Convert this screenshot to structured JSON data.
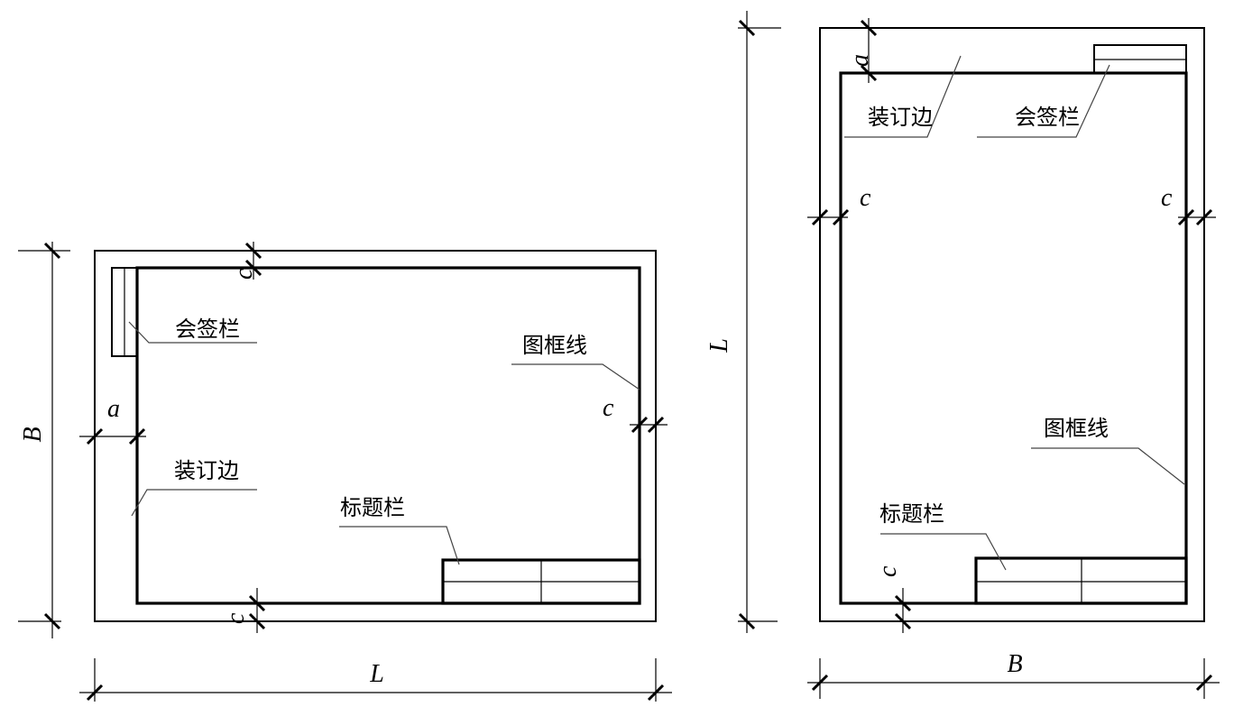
{
  "left_drawing": {
    "label_signature": "会签栏",
    "label_binding": "装订边",
    "label_frame": "图框线",
    "label_title_block": "标题栏",
    "dim_height": "B",
    "dim_width": "L",
    "dim_binding": "a",
    "dim_margin_top": "c",
    "dim_margin_bottom": "c",
    "dim_margin_right": "c"
  },
  "right_drawing": {
    "label_signature": "会签栏",
    "label_binding": "装订边",
    "label_frame": "图框线",
    "label_title_block": "标题栏",
    "dim_height": "L",
    "dim_width": "B",
    "dim_binding": "a",
    "dim_margin_left": "c",
    "dim_margin_right": "c",
    "dim_margin_bottom": "c"
  }
}
